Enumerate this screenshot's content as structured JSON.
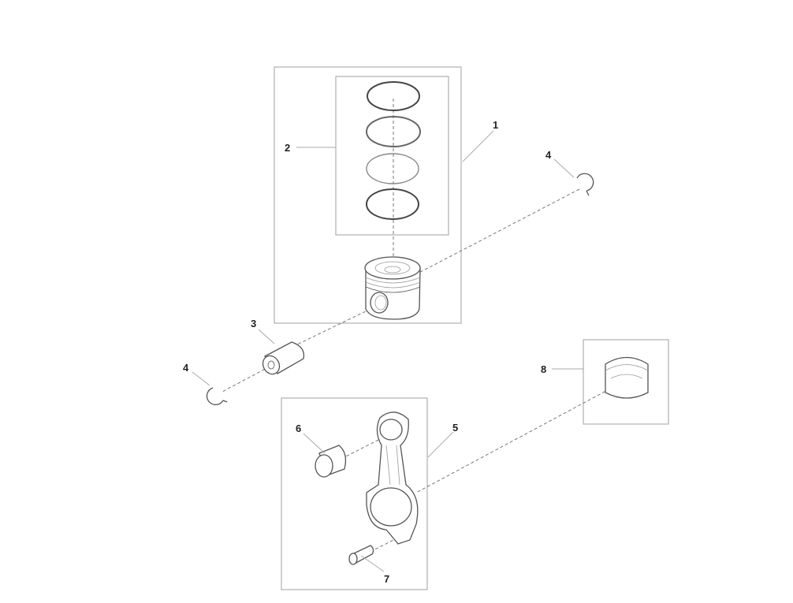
{
  "diagram": {
    "type": "exploded-parts-diagram",
    "callouts": [
      {
        "id": "1",
        "part": "piston-assembly"
      },
      {
        "id": "2",
        "part": "piston-ring-set"
      },
      {
        "id": "3",
        "part": "piston-pin"
      },
      {
        "id": "4",
        "part": "snap-ring"
      },
      {
        "id": "5",
        "part": "connecting-rod"
      },
      {
        "id": "6",
        "part": "small-end-bushing"
      },
      {
        "id": "7",
        "part": "rod-bolt"
      },
      {
        "id": "8",
        "part": "rod-bearing"
      }
    ]
  }
}
